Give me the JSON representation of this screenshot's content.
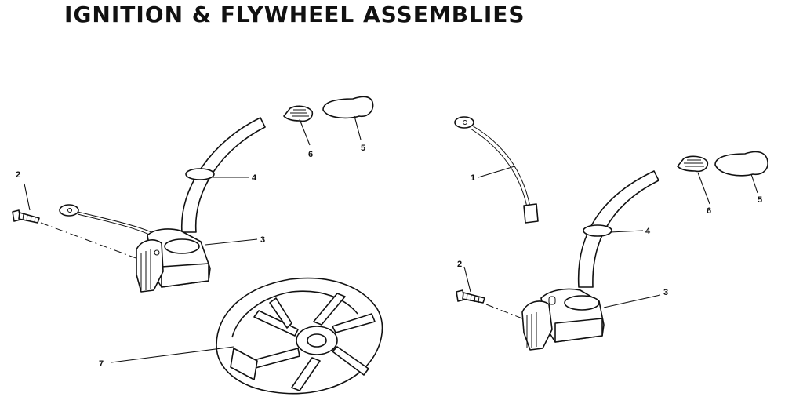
{
  "title": "IGNITION & FLYWHEEL ASSEMBLIES",
  "callouts": {
    "left_2": "2",
    "left_4": "4",
    "left_3": "3",
    "left_6": "6",
    "left_5": "5",
    "left_7": "7",
    "right_1": "1",
    "right_2": "2",
    "right_4": "4",
    "right_3": "3",
    "right_6": "6",
    "right_5": "5"
  }
}
